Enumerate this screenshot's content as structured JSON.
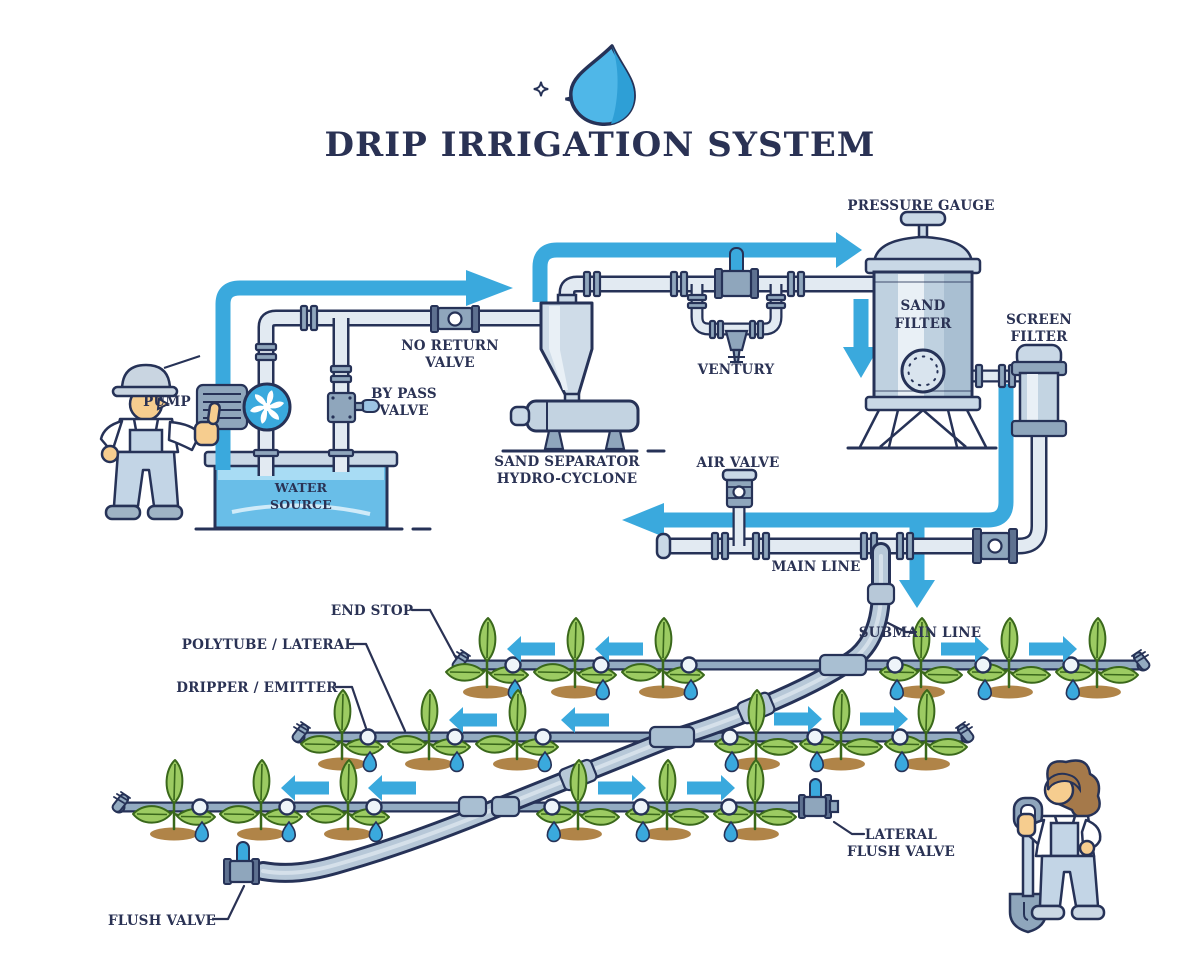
{
  "title": "DRIP IRRIGATION SYSTEM",
  "logo": {
    "icon": "water-drop-icon",
    "accents": "sparkle-icon"
  },
  "figures": {
    "left_worker": "male-worker-thumbs-up",
    "right_worker": "female-gardener-with-shovel"
  },
  "labels": {
    "pump": "PUMP",
    "no_return_valve_1": "NO RETURN",
    "no_return_valve_2": "VALVE",
    "by_pass_valve_1": "BY PASS",
    "by_pass_valve_2": "VALVE",
    "water_source_1": "WATER",
    "water_source_2": "SOURCE",
    "sand_separator_1": "SAND SEPARATOR",
    "sand_separator_2": "HYDRO-CYCLONE",
    "ventury": "VENTURY",
    "pressure_gauge": "PRESSURE GAUGE",
    "sand_filter_1": "SAND",
    "sand_filter_2": "FILTER",
    "screen_filter_1": "SCREEN",
    "screen_filter_2": "FILTER",
    "air_valve": "AIR VALVE",
    "main_line": "MAIN LINE",
    "submain_line": "SUBMAIN LINE",
    "end_stop": "END STOP",
    "polytube_lateral": "POLYTUBE / LATERAL",
    "dripper_emitter": "DRIPPER / EMITTER",
    "flush_valve": "FLUSH VALVE",
    "lateral_flush_valve_1": "LATERAL",
    "lateral_flush_valve_2": "FLUSH VALVE"
  },
  "colors": {
    "text_navy": "#2A3254",
    "outline_navy": "#263257",
    "flow_blue": "#3AA9DD",
    "pipe_fill": "#E2EAF2",
    "metal": "#8FA6BC",
    "metal_light": "#C9D8E6",
    "lateral_tube": "#93ABC1",
    "submain_tube": "#B7C8D8",
    "leaf_green": "#9CCB62",
    "leaf_dark": "#3A681B",
    "soil_brown": "#B08448",
    "water_blue": "#69BEE8",
    "skin": "#F6CD8F",
    "clothes": "#C3D5E6",
    "hair_brown": "#A5794A"
  }
}
